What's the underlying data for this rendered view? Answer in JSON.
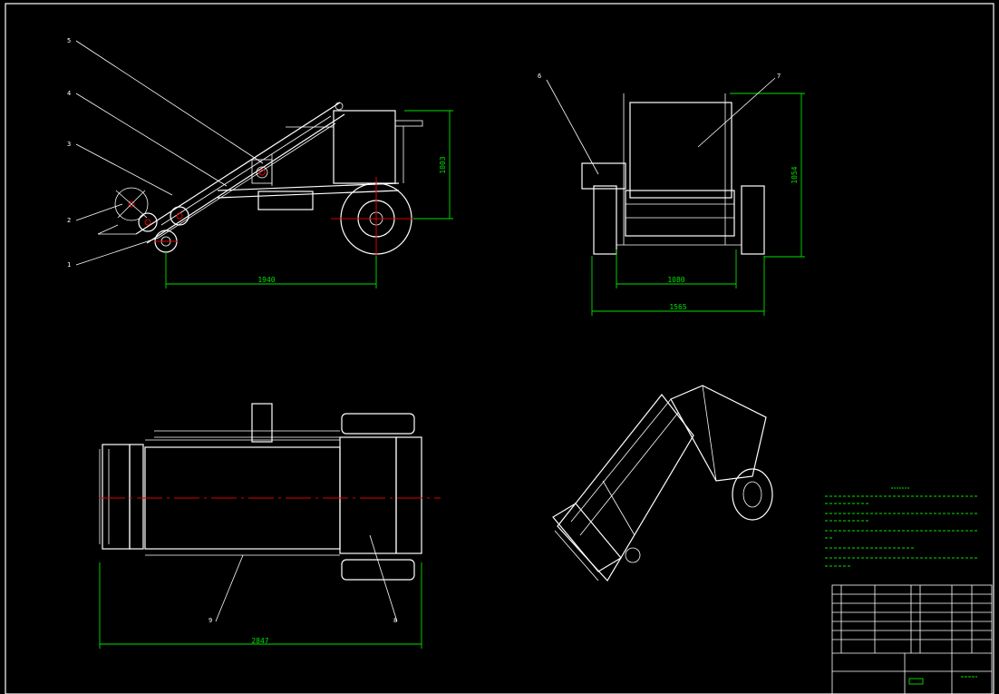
{
  "colors": {
    "background": "#000000",
    "linework": "#ffffff",
    "dimension": "#00e000",
    "centerline": "#e00000"
  },
  "dimensions": {
    "side_length": "1940",
    "side_height": "1003",
    "front_track": "1080",
    "front_width": "1565",
    "front_height": "1054",
    "top_length": "2847"
  },
  "balloons": {
    "b1": "1",
    "b2": "2",
    "b3": "3",
    "b4": "4",
    "b5": "5",
    "b6": "6",
    "b7": "7",
    "b8": "8",
    "b9": "9"
  }
}
